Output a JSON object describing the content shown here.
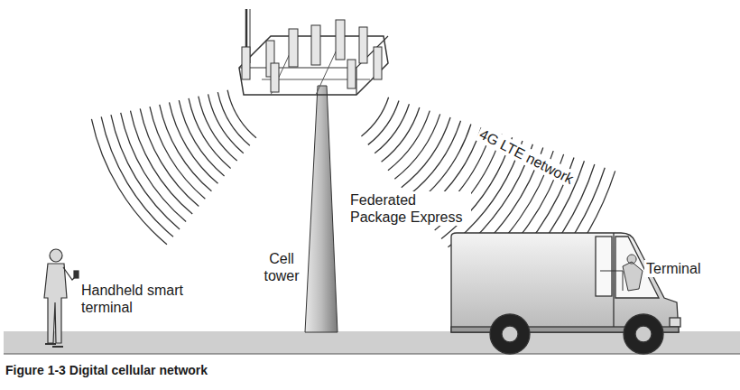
{
  "diagram": {
    "caption": "Figure 1-3 Digital cellular network",
    "labels": [
      "4G LTE network",
      "Federated Package Express",
      "Cell tower",
      "Handheld smart terminal",
      "Terminal"
    ]
  }
}
